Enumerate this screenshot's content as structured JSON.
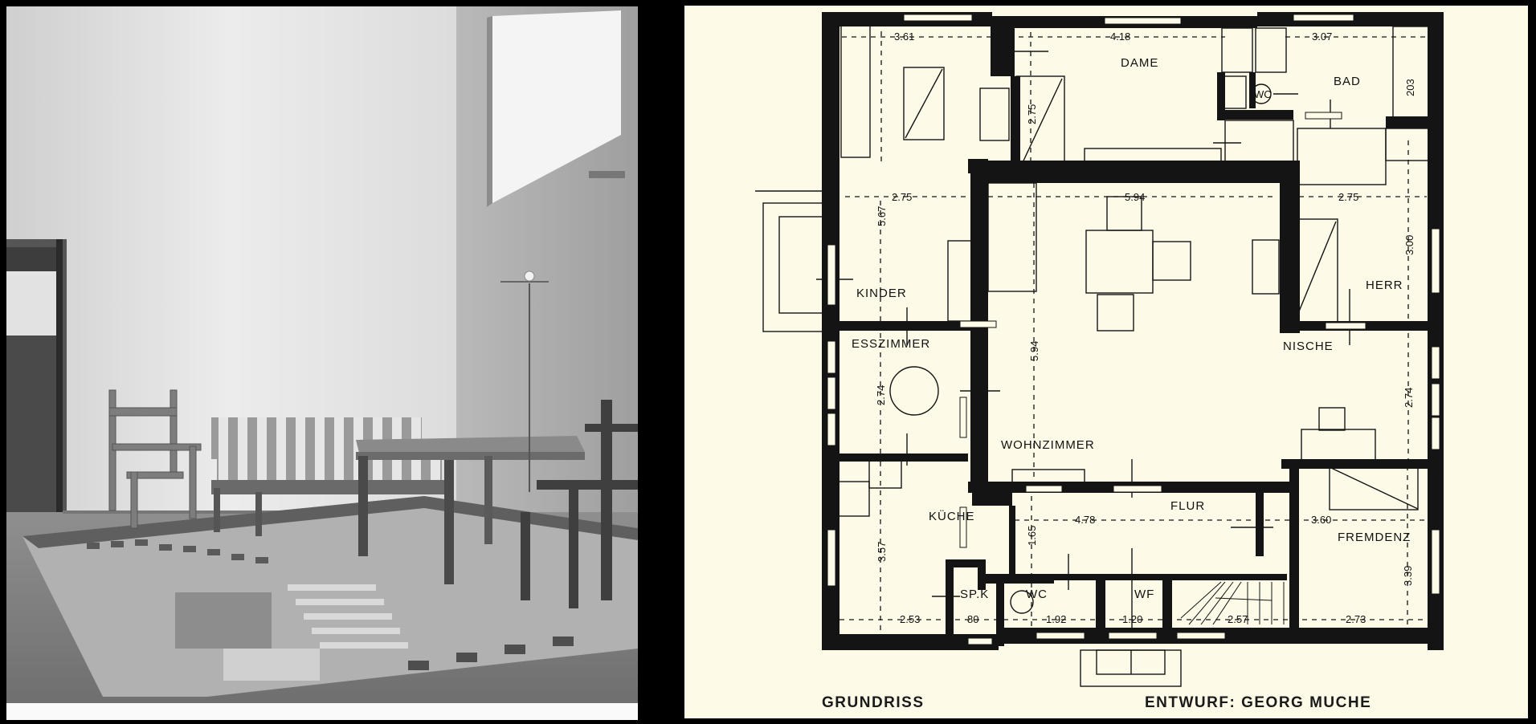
{
  "photo": {
    "description": "Black-and-white interior photograph: living room with striped upholstered bench, wooden armchairs, square table, floor lamp and geometric patterned rug"
  },
  "plan": {
    "rooms": [
      {
        "id": "dame",
        "label": "DAME"
      },
      {
        "id": "bad",
        "label": "BAD"
      },
      {
        "id": "wc_top",
        "label": "WC"
      },
      {
        "id": "kinder",
        "label": "KINDER"
      },
      {
        "id": "herr",
        "label": "HERR"
      },
      {
        "id": "esszimmer",
        "label": "ESSZIMMER"
      },
      {
        "id": "nische",
        "label": "NISCHE"
      },
      {
        "id": "wohnzimmer",
        "label": "WOHNZIMMER"
      },
      {
        "id": "kueche",
        "label": "KÜCHE"
      },
      {
        "id": "flur",
        "label": "FLUR"
      },
      {
        "id": "fremdenz",
        "label": "FREMDENZ"
      },
      {
        "id": "spk",
        "label": "SP.K"
      },
      {
        "id": "wc_bottom",
        "label": "WC"
      },
      {
        "id": "wf",
        "label": "WF"
      }
    ],
    "dimensions": {
      "top_left_width": "3.61",
      "dame_width": "4.18",
      "bad_width": "3.07",
      "bad_tub": "203",
      "dame_depth": "2.75",
      "kinder_width": "2.75",
      "kinder_depth": "5.67",
      "wohn_width": "5.94",
      "wohn_depth": "5.94",
      "herr_width": "2.75",
      "herr_depth": "3.00",
      "ess_depth": "2.74",
      "nische_depth": "2.74",
      "flur_width": "4.78",
      "flur_depth": "1.65",
      "kueche_depth": "3.57",
      "fremd_width": "3.60",
      "fremd_depth": "3.39",
      "bottom_1": "2.53",
      "bottom_2": "80",
      "bottom_3": "1.92",
      "bottom_4": "1.20",
      "bottom_5": "2.57",
      "bottom_6": "2.73"
    },
    "caption_left": "GRUNDRISS",
    "caption_right": "ENTWURF: GEORG MUCHE"
  },
  "colors": {
    "paper": "#fdfbe7",
    "ink": "#141414",
    "background": "#000000"
  }
}
